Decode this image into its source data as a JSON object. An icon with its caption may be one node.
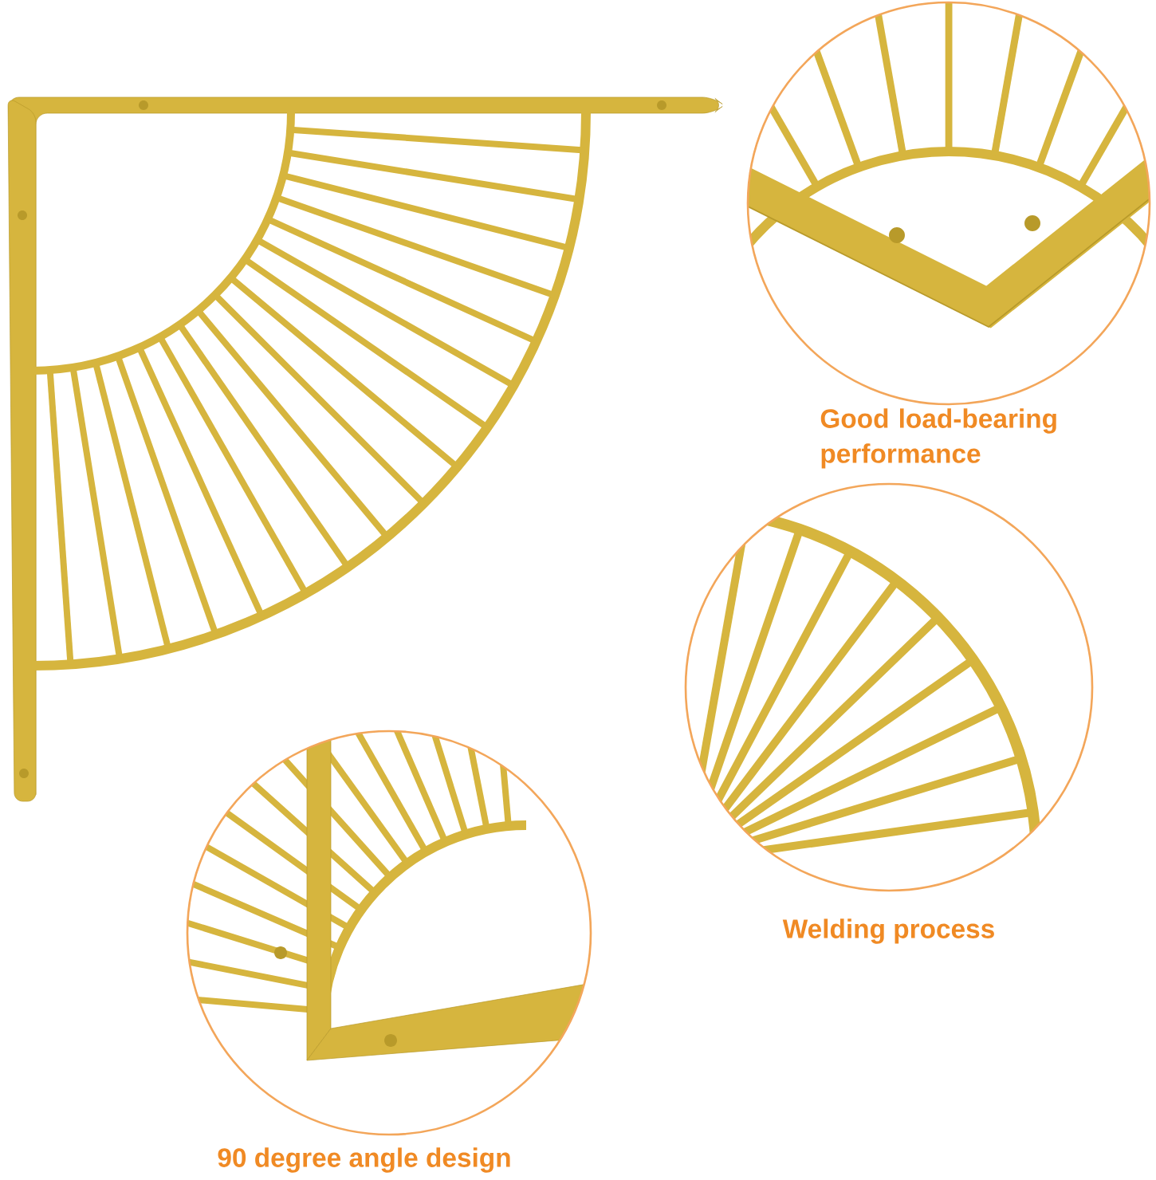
{
  "diagram": {
    "labels": [
      "Good load-bearing performance",
      "Welding process",
      "90 degree angle design"
    ]
  }
}
